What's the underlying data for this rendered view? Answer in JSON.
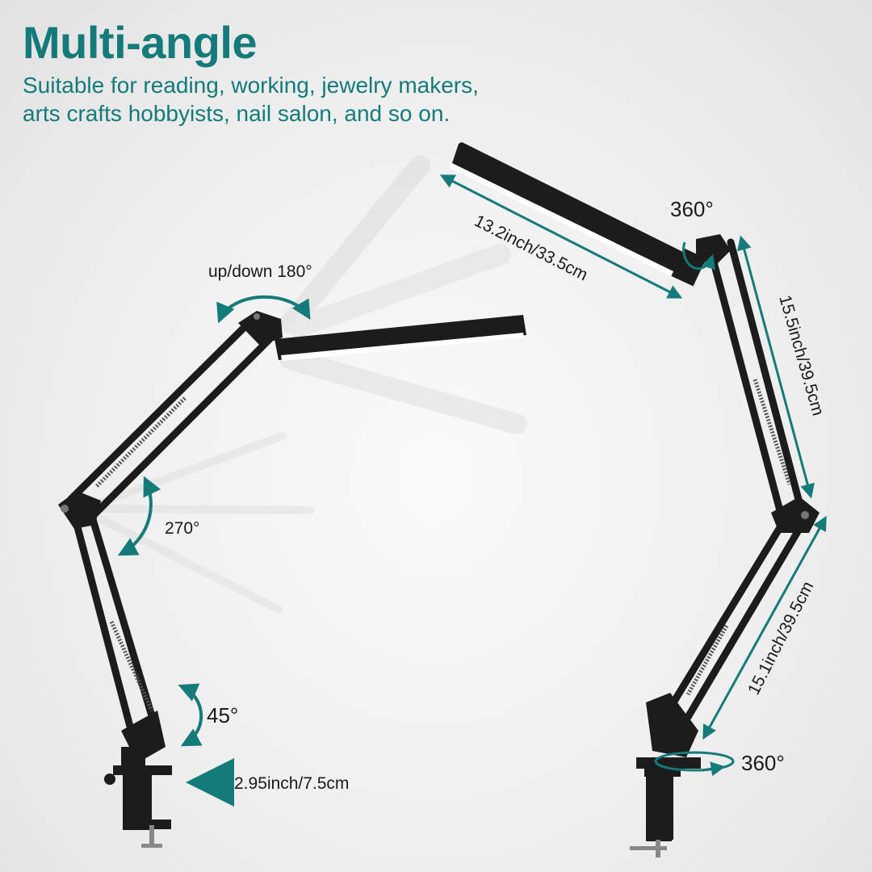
{
  "header": {
    "title": "Multi-angle",
    "subtitle_line1": "Suitable for reading, working, jewelry makers,",
    "subtitle_line2": "arts crafts hobbyists, nail salon, and so on."
  },
  "left_lamp": {
    "head_angle": "up/down 180°",
    "elbow_angle": "270°",
    "base_angle": "45°",
    "clamp_size": "2.95inch/7.5cm"
  },
  "right_lamp": {
    "head_rotation": "360°",
    "bar_length": "13.2inch/33.5cm",
    "upper_arm_length": "15.5inch/39.5cm",
    "lower_arm_length": "15.1inch/39.5cm",
    "base_rotation": "360°"
  },
  "colors": {
    "accent": "#147a7a",
    "lamp": "#1c1c1c",
    "background": "#efefef"
  }
}
